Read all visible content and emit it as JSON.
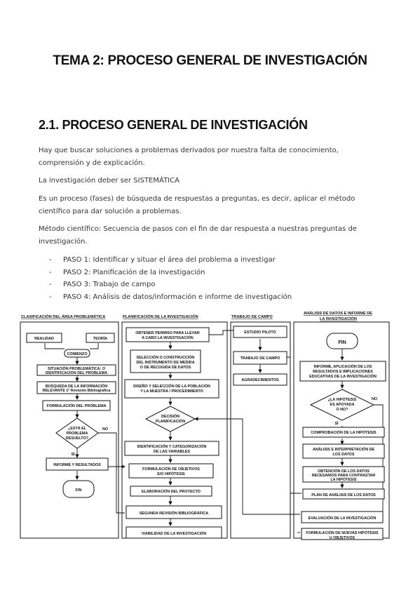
{
  "document": {
    "title": "TEMA 2: PROCESO GENERAL DE INVESTIGACIÓN",
    "section_title": "2.1. PROCESO GENERAL DE INVESTIGACIÓN",
    "paragraphs": [
      "Hay que buscar soluciones a problemas derivados por nuestra falta de conocimiento, comprensión y de explicación.",
      "La investigación deber ser SISTEMÁTICA",
      "Es un proceso (fases) de búsqueda de respuestas a preguntas, es decir, aplicar el método científico para dar solución a problemas.",
      "Método científico: Secuencia de pasos con el fin de dar respuesta a nuestras preguntas de investigación."
    ],
    "steps": [
      "PASO 1: Identificar y situar el área del problema a investigar",
      "PASO 2: Planificación de la investigación",
      "PASO 3: Trabajo de campo",
      "PASO 4: Análisis de datos/información e informe de investigación"
    ]
  },
  "flowchart": {
    "headers": {
      "col1": "CLASIFICACIÓN DEL ÁREA PROBLEMÁTICA",
      "col2": "PLANIFICACIÓN DE LA INVESTIGACIÓN",
      "col3": "TRABAJO DE CAMPO",
      "col4a": "ANÁLISIS DE DATOS E INFORME DE",
      "col4b": "LA INVESTIGACIÓN"
    },
    "col1": {
      "realidad": "REALIDAD",
      "teoria": "TEORÍA",
      "comienzo": "COMIENZO",
      "situacion_1": "SITUACIÓN PROBLEMÁTICA: O",
      "situacion_2": "IDENTIFICACIÓN DEL PROBLEMA",
      "busqueda_1": "BÚSQUEDA DE LA INFORMACIÓN",
      "busqueda_2": "RELEVANTE 1ª Revisión Bibliográfica",
      "formulacion": "FORMULACIÓN DEL PROBLEMA",
      "esta_1": "¿ESTÁ EL",
      "esta_2": "PROBLEMA",
      "esta_3": "RESUELTO?",
      "no": "NO",
      "si": "SÍ",
      "informe": "INFORME Y RESULTADOS",
      "fin": "FIN"
    },
    "col2": {
      "obtener_1": "OBTENER PERMISO PARA LLEVAR",
      "obtener_2": "A CABO LA INVESTIGACIÓN",
      "seleccion_1": "SELECCIÓN O CONSTRUCCIÓN",
      "seleccion_2": "DEL INSTRUMENTO DE MEDIDA",
      "seleccion_3": "O DE RECOGIDA DE DATOS",
      "diseno_1": "DISEÑO Y SELECCIÓN DE LA POBLACIÓN",
      "diseno_2": "Y LA MUESTRA / PROCEDIMIENTO",
      "decision_1": "DECISIÓN",
      "decision_2": "PLANIFICACIÓN",
      "identificacion_1": "IDENTIFICACIÓN Y CATEGORIZACIÓN",
      "identificacion_2": "DE LAS VARIABLES",
      "objetivos_1": "FORMULACIÓN DE OBJETIVOS",
      "objetivos_2": "E/O HIPÓTESIS",
      "elaboracion": "ELABORACIÓN DEL PROYECTO",
      "segunda": "SEGUNDA REVISIÓN BIBLIOGRÁFICA",
      "viabilidad": "VIABILIDAD DE LA INVESTIGACIÓN"
    },
    "col3": {
      "estudio": "ESTUDIO PILOTO",
      "trabajo": "TRABAJO DE CAMPO",
      "agradecimientos": "AGRADECIMIENTOS"
    },
    "col4": {
      "fin": "FIN",
      "informe_1": "INFORME, APLICACIÓN DE LOS",
      "informe_2": "RESULTADOS E IMPLICACIONES",
      "informe_3": "EDUCATIVAS DE LA INVESTIGACIÓN",
      "hipotesis_1": "¿LA HIPÓTESIS",
      "hipotesis_2": "ES APOYADA",
      "hipotesis_3": "O NO?",
      "no": "NO",
      "si": "SÍ",
      "comprobacion": "COMPROBACIÓN DE LA HIPÓTESIS",
      "analisis_1": "ANÁLISIS E INTERPRETACIÓN DE",
      "analisis_2": "LOS DATOS",
      "obtencion_1": "OBTENCIÓN DE LOS DATOS",
      "obtencion_2": "NECESARIOS PARA CONTRASTAR",
      "obtencion_3": "LA HIPÓTESIS",
      "plan": "PLAN DE ANÁLISIS DE LOS DATOS",
      "evaluacion": "EVALUACIÓN DE LA INVESTIGACIÓN",
      "nuevas_1": "FORMULACIÓN DE NUEVAS HIPÓTESIS",
      "nuevas_2": "U OBJETIVOS"
    }
  }
}
